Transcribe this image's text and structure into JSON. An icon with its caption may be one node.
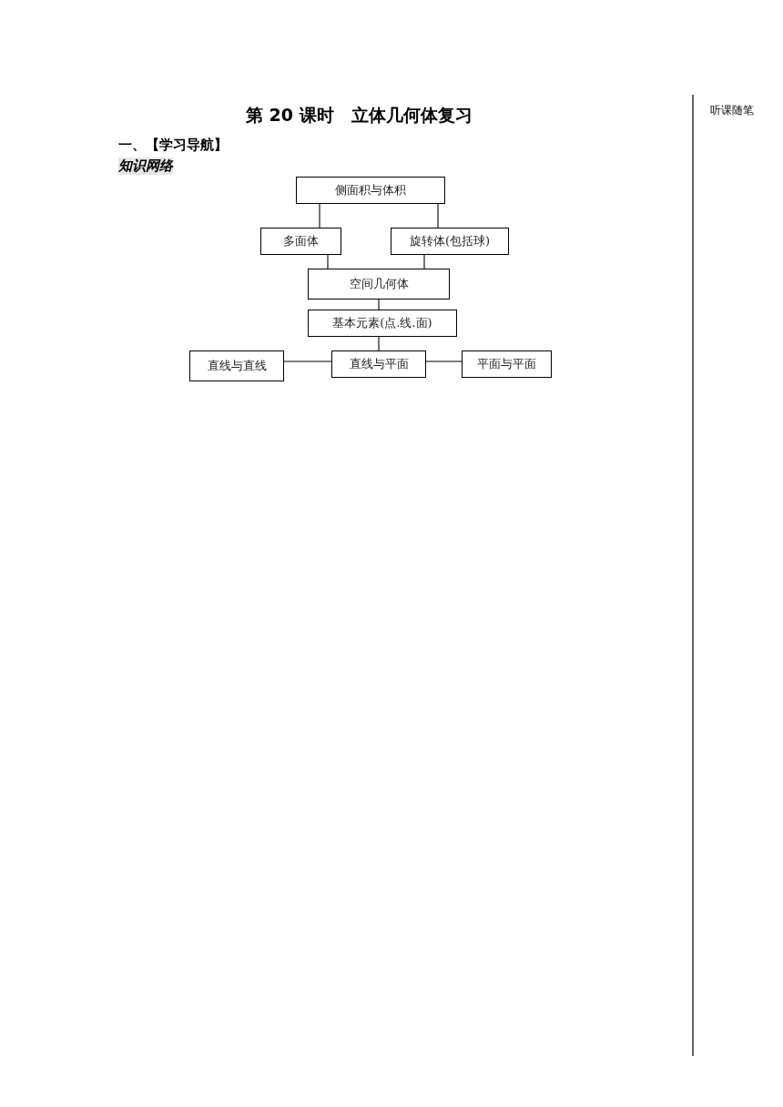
{
  "diagram": {
    "title": "第 20 课时　立体几何体复习",
    "nodes": [
      {
        "text": [
          "侧面积与体积"
        ]
      },
      {
        "text": [
          "多面体"
        ]
      },
      {
        "text": [
          "旋转体(包括球)"
        ]
      },
      {
        "text": [
          "空间几何体"
        ]
      },
      {
        "text": [
          "基本元素(点.线.面)"
        ]
      },
      {
        "text": [
          "直线与直线"
        ]
      },
      {
        "text": [
          "直线与平面"
        ]
      },
      {
        "text": [
          "平面与平面"
        ]
      }
    ],
    "edges": [
      {
        "from": 0,
        "to": 1,
        "arrow": "none"
      },
      {
        "from": 0,
        "to": 2,
        "arrow": "none"
      },
      {
        "from": 1,
        "to": 3,
        "arrow": "none"
      },
      {
        "from": 2,
        "to": 3,
        "arrow": "none"
      },
      {
        "from": 3,
        "to": 4,
        "arrow": "none"
      },
      {
        "from": 4,
        "to": 6,
        "arrow": "none"
      },
      {
        "from": 5,
        "to": 6,
        "arrow": "none"
      },
      {
        "from": 6,
        "to": 7,
        "arrow": "none"
      }
    ],
    "labels": [
      "一、【学习导航】",
      "知识网络",
      "听课随笔"
    ]
  }
}
